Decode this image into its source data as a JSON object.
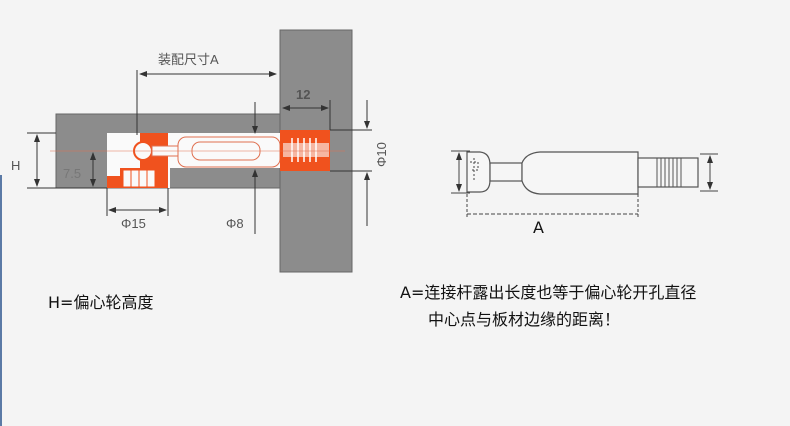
{
  "left_diagram": {
    "assembly_label": "装配尺寸A",
    "dim_12": "12",
    "dim_phi10": "Φ10",
    "dim_h": "H",
    "dim_7_5": "7.5",
    "dim_phi15": "Φ15",
    "dim_phi8": "Φ8",
    "colors": {
      "board": "#8c8c8c",
      "part": "#f0521e"
    }
  },
  "right_diagram": {
    "dim_a": "A"
  },
  "captions": {
    "h_definition": "H=偏心轮高度",
    "a_definition_line1": "A=连接杆露出长度也等于偏心轮开孔直径",
    "a_definition_line2": "中心点与板材边缘的距离！"
  }
}
